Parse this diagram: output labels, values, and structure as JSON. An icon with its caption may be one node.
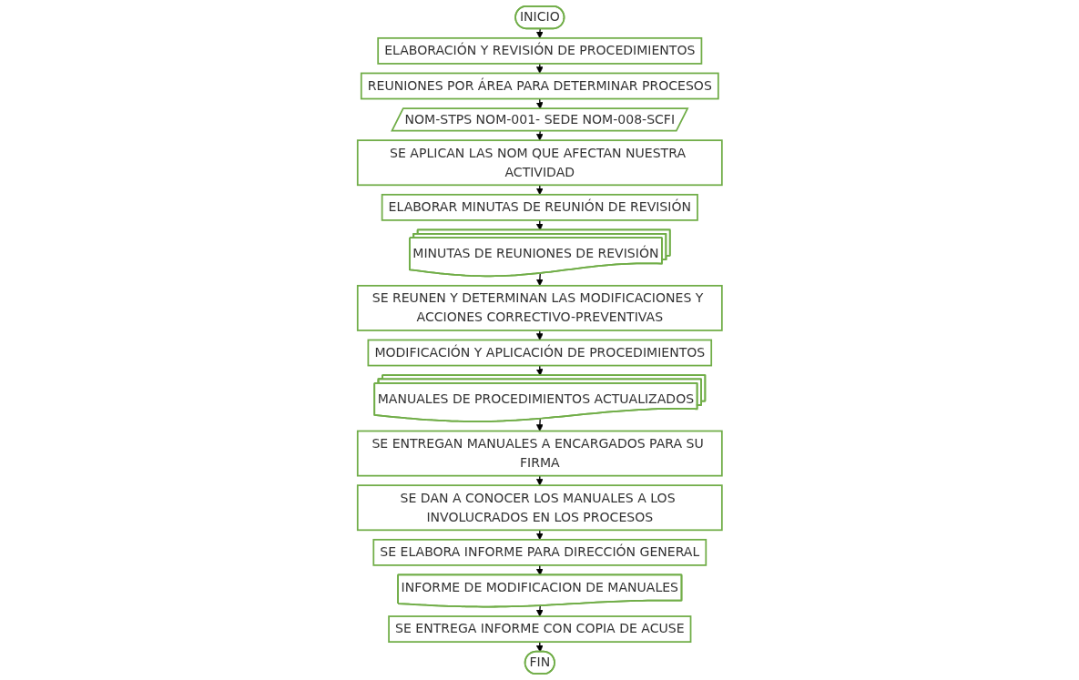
{
  "diagram": {
    "nodes": [
      {
        "text": [
          "INICIO"
        ]
      },
      {
        "text": [
          "ELABORACIÓN Y REVISIÓN DE PROCEDIMIENTOS"
        ]
      },
      {
        "text": [
          "REUNIONES POR ÁREA PARA DETERMINAR PROCESOS"
        ]
      },
      {
        "text": [
          "NOM-STPS NOM-001- SEDE NOM-008-SCFI"
        ]
      },
      {
        "text": [
          "SE APLICAN LAS NOM QUE AFECTAN NUESTRA ACTIVIDAD"
        ]
      },
      {
        "text": [
          "ELABORAR MINUTAS DE REUNIÓN DE REVISIÓN"
        ]
      },
      {
        "text": [
          "MINUTAS DE REUNIONES DE REVISIÓN"
        ]
      },
      {
        "text": [
          "SE REUNEN Y DETERMINAN LAS MODIFICACIONES Y ACCIONES CORRECTIVO-PREVENTIVAS"
        ]
      },
      {
        "text": [
          "MODIFICACIÓN Y APLICACIÓN DE PROCEDIMIENTOS"
        ]
      },
      {
        "text": [
          "MANUALES DE PROCEDIMIENTOS ACTUALIZADOS"
        ]
      },
      {
        "text": [
          "SE ENTREGAN MANUALES A ENCARGADOS PARA SU FIRMA"
        ]
      },
      {
        "text": [
          "SE DAN A CONOCER LOS MANUALES A LOS INVOLUCRADOS EN LOS PROCESOS"
        ]
      },
      {
        "text": [
          "SE ELABORA INFORME PARA DIRECCIÓN GENERAL"
        ]
      },
      {
        "text": [
          "INFORME DE MODIFICACION DE MANUALES"
        ]
      },
      {
        "text": [
          "SE ENTREGA INFORME CON COPIA DE ACUSE"
        ]
      },
      {
        "text": [
          "FIN"
        ]
      }
    ],
    "edges": [
      {
        "from": 0,
        "to": 1,
        "arrow": "to"
      },
      {
        "from": 1,
        "to": 2,
        "arrow": "to"
      },
      {
        "from": 2,
        "to": 3,
        "arrow": "to"
      },
      {
        "from": 3,
        "to": 4,
        "arrow": "to"
      },
      {
        "from": 4,
        "to": 5,
        "arrow": "to"
      },
      {
        "from": 5,
        "to": 6,
        "arrow": "to"
      },
      {
        "from": 6,
        "to": 7,
        "arrow": "to"
      },
      {
        "from": 7,
        "to": 8,
        "arrow": "to"
      },
      {
        "from": 8,
        "to": 9,
        "arrow": "to"
      },
      {
        "from": 9,
        "to": 10,
        "arrow": "to"
      },
      {
        "from": 10,
        "to": 11,
        "arrow": "to"
      },
      {
        "from": 11,
        "to": 12,
        "arrow": "to"
      },
      {
        "from": 12,
        "to": 13,
        "arrow": "to"
      },
      {
        "from": 13,
        "to": 14,
        "arrow": "to"
      },
      {
        "from": 14,
        "to": 15,
        "arrow": "to"
      }
    ]
  }
}
